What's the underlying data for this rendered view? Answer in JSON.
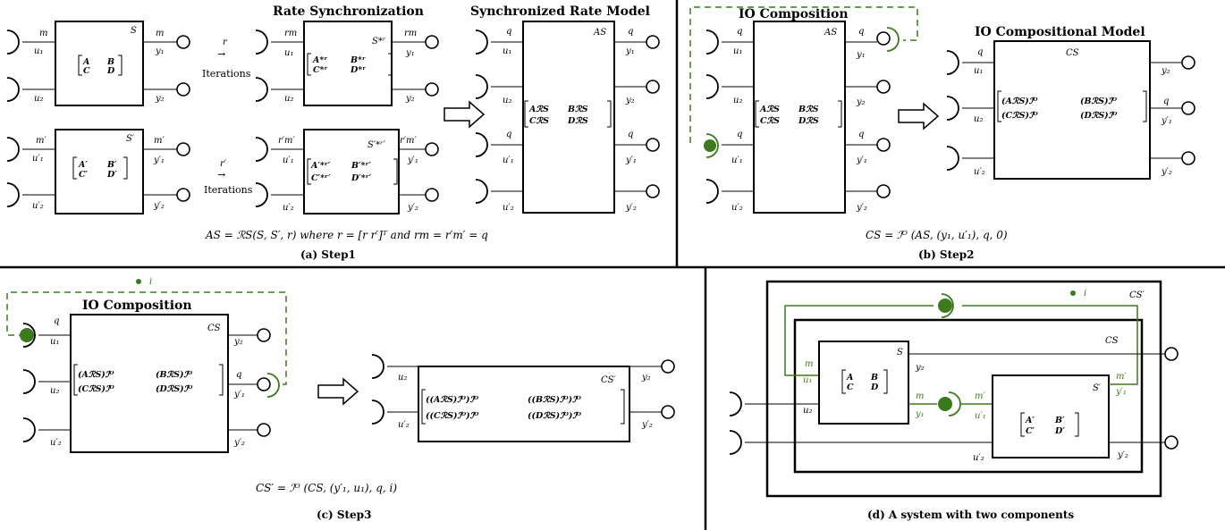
{
  "panel_a": {
    "title_rate_sync": "Rate Synchronization",
    "title_sync_model": "Synchronized Rate Model",
    "caption": "(a) Step1",
    "equation": "AS = ℛS(S, S′, r) where r = [r r′]ᵀ and rm = r′m′ = q",
    "arrow1_label": "r",
    "arrow1_sub": "Iterations",
    "arrow2_label": "r′",
    "arrow2_sub": "Iterations",
    "box_S": {
      "name": "S",
      "in1": "u₁",
      "in2": "u₂",
      "out1": "y₁",
      "out2": "y₂",
      "rate_in": "m",
      "rate_out": "m",
      "m11": "A",
      "m12": "B",
      "m21": "C",
      "m22": "D"
    },
    "box_Sp": {
      "name": "S′",
      "in1": "u′₁",
      "in2": "u′₂",
      "out1": "y′₁",
      "out2": "y′₂",
      "rate_in": "m′",
      "rate_out": "m′",
      "m11": "A′",
      "m12": "B′",
      "m21": "C′",
      "m22": "D′"
    },
    "box_Sr": {
      "name": "S*ʳ",
      "in1": "u₁",
      "in2": "u₂",
      "out1": "y₁",
      "out2": "y₂",
      "rate_in": "rm",
      "rate_out": "rm",
      "m11": "A*ʳ",
      "m12": "B*ʳ",
      "m21": "C*ʳ",
      "m22": "D*ʳ"
    },
    "box_Spr": {
      "name": "S′*ʳ′",
      "in1": "u′₁",
      "in2": "u′₂",
      "out1": "y′₁",
      "out2": "y′₂",
      "rate_in": "r′m′",
      "rate_out": "r′m′",
      "m11": "A′*ʳ′",
      "m12": "B′*ʳ′",
      "m21": "C′*ʳ′",
      "m22": "D′*ʳ′"
    },
    "box_AS": {
      "name": "AS",
      "inputs": [
        "u₁",
        "u₂",
        "u′₁",
        "u′₂"
      ],
      "outputs": [
        "y₁",
        "y₂",
        "y′₁",
        "y′₂"
      ],
      "rate": "q",
      "m11": "AℛS",
      "m12": "BℛS",
      "m21": "CℛS",
      "m22": "DℛS"
    }
  },
  "panel_b": {
    "title_io": "IO Composition",
    "title_model": "IO Compositional Model",
    "caption": "(b) Step2",
    "equation": "CS = ℐᴼ (AS, (y₁, u′₁), q, 0)",
    "box_AS": {
      "name": "AS",
      "inputs": [
        "u₁",
        "u₂",
        "u′₁",
        "u′₂"
      ],
      "outputs": [
        "y₁",
        "y₂",
        "y′₁",
        "y′₂"
      ],
      "rate": "q",
      "m11": "AℛS",
      "m12": "BℛS",
      "m21": "CℛS",
      "m22": "DℛS"
    },
    "box_CS": {
      "name": "CS",
      "inputs": [
        "u₁",
        "u₂",
        "u′₂"
      ],
      "outputs": [
        "y₂",
        "y′₁",
        "y′₂"
      ],
      "rate": "q",
      "m11": "(AℛS)ℐᴼ",
      "m12": "(BℛS)ℐᴼ",
      "m21": "(CℛS)ℐᴼ",
      "m22": "(DℛS)ℐᴼ"
    }
  },
  "panel_c": {
    "title_io": "IO Composition",
    "caption": "(c) Step3",
    "equation": "CS′ = ℐᴼ (CS, (y′₁, u₁), q, i)",
    "loop_label": "i",
    "box_CS": {
      "name": "CS",
      "inputs": [
        "u₁",
        "u₂",
        "u′₂"
      ],
      "outputs": [
        "y₂",
        "y′₁",
        "y′₂"
      ],
      "rate": "q",
      "m11": "(AℛS)ℐᴼ",
      "m12": "(BℛS)ℐᴼ",
      "m21": "(CℛS)ℐᴼ",
      "m22": "(DℛS)ℐᴼ"
    },
    "box_CSp": {
      "name": "CS′",
      "inputs": [
        "u₂",
        "u′₂"
      ],
      "outputs": [
        "y₂",
        "y′₂"
      ],
      "m11": "((AℛS)ℐᴼ)ℐᴼ",
      "m12": "((BℛS)ℐᴼ)ℐᴼ",
      "m21": "((CℛS)ℐᴼ)ℐᴼ",
      "m22": "((DℛS)ℐᴼ)ℐᴼ"
    }
  },
  "panel_d": {
    "caption": "(d) A system with two components",
    "outer": "CS′",
    "inner": "CS",
    "loop_label": "i",
    "box_S": {
      "name": "S",
      "u1": "u₁",
      "u2": "u₂",
      "y1": "y₁",
      "y2": "y₂",
      "rate_m": "m",
      "m11": "A",
      "m12": "B",
      "m21": "C",
      "m22": "D"
    },
    "box_Sp": {
      "name": "S′",
      "u1": "u′₁",
      "u2": "u′₂",
      "y1": "y′₁",
      "y2": "y′₂",
      "rate_m": "m′",
      "m11": "A′",
      "m12": "B′",
      "m21": "C′",
      "m22": "D′"
    }
  },
  "colors": {
    "green": "#3d7a1e",
    "black": "#000000"
  }
}
